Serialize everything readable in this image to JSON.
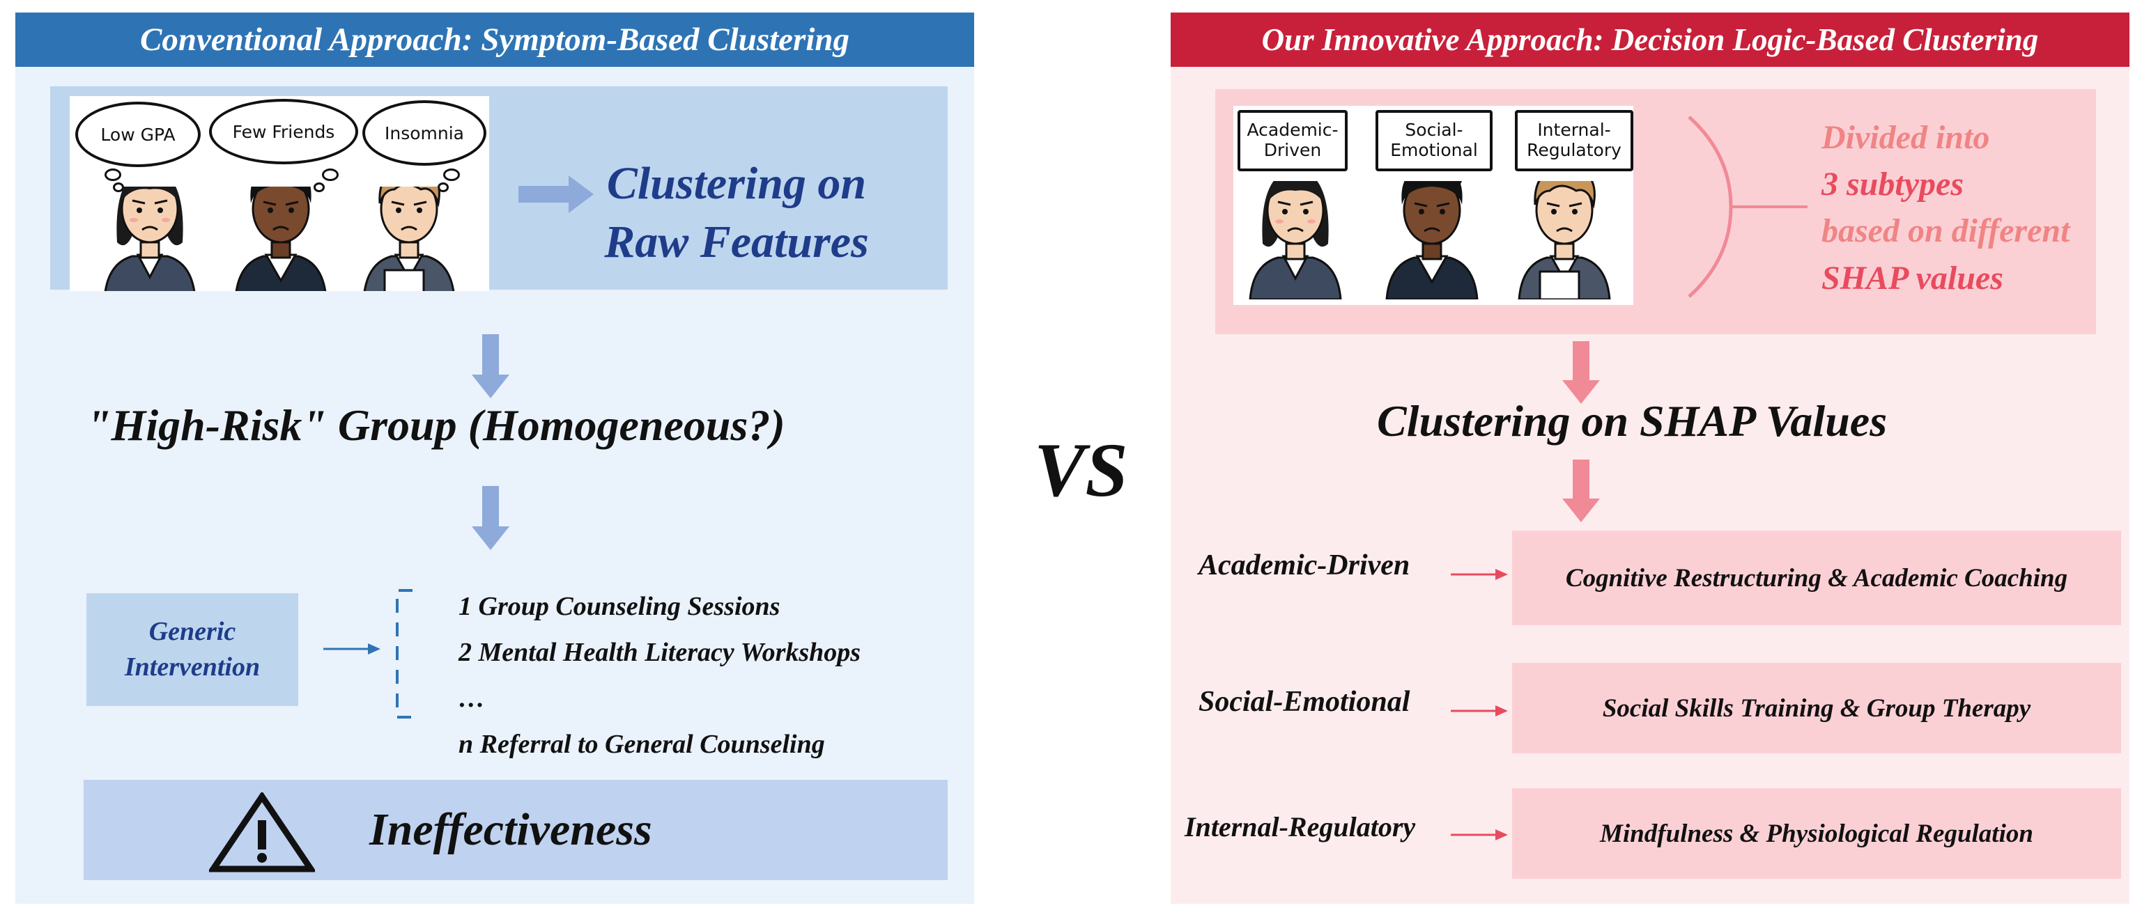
{
  "left": {
    "header": "Conventional Approach: Symptom-Based Clustering",
    "bubbles": [
      "Low GPA",
      "Few Friends",
      "Insomnia"
    ],
    "clustering_line1": "Clustering on",
    "clustering_line2": "Raw Features",
    "high_risk": "\"High-Risk\" Group (Homogeneous?)",
    "generic_line1": "Generic",
    "generic_line2": "Intervention",
    "interventions": [
      "1 Group Counseling Sessions",
      "2 Mental Health Literacy Workshops",
      "…",
      "n Referral to General Counseling"
    ],
    "result": "Ineffectiveness"
  },
  "vs": "VS",
  "right": {
    "header": "Our Innovative Approach: Decision Logic-Based Clustering",
    "labels": [
      {
        "line1": "Academic-",
        "line2": "Driven"
      },
      {
        "line1": "Social-",
        "line2": "Emotional"
      },
      {
        "line1": "Internal-",
        "line2": "Regulatory"
      }
    ],
    "divided": [
      "Divided into",
      "3 subtypes",
      "based on different",
      "SHAP values"
    ],
    "clustering": "Clustering on SHAP Values",
    "subtypes": [
      {
        "name": "Academic-Driven",
        "intervention": "Cognitive Restructuring & Academic Coaching"
      },
      {
        "name": "Social-Emotional",
        "intervention": "Social Skills Training & Group Therapy"
      },
      {
        "name": "Internal-Regulatory",
        "intervention": "Mindfulness & Physiological Regulation"
      }
    ]
  },
  "colors": {
    "left_header": "#2e74b5",
    "right_header": "#c8203a",
    "left_bg": "#eaf2fb",
    "right_bg": "#fdecee",
    "blue_arrow": "#8eaadb",
    "pink_arrow": "#f08a96",
    "blue_text": "#1f3c8a"
  },
  "icons": [
    "student-girl-icon",
    "student-boy-dark-icon",
    "student-boy-light-icon",
    "warning-icon"
  ]
}
